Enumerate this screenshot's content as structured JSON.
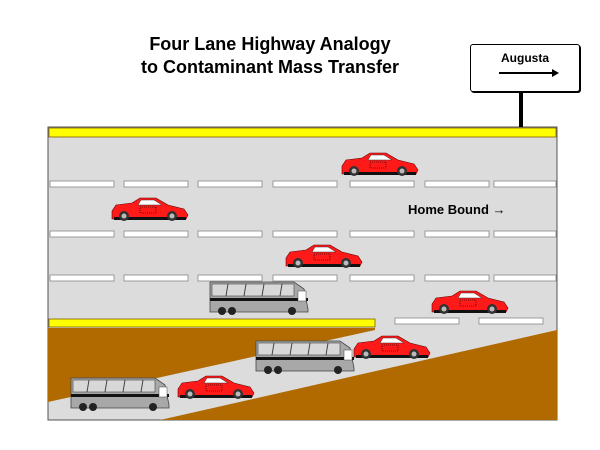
{
  "title": {
    "line1": "Four Lane Highway Analogy",
    "line2": "to Contaminant Mass Transfer"
  },
  "sign": {
    "label": "Augusta",
    "icon": "arrow-right-icon"
  },
  "lane_label": "Home Bound",
  "colors": {
    "road": "#dcdcdc",
    "stripe": "#ffff00",
    "dirt": "#b06a00",
    "car": "#ff1a1a",
    "bus": "#a0a0a0"
  }
}
